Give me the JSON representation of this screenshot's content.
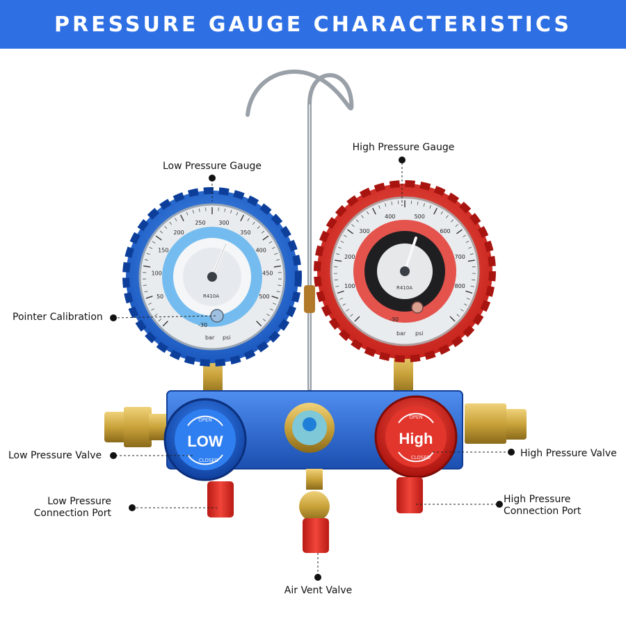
{
  "title": "Pressure Gauge Characteristics",
  "labels": {
    "low_gauge": "Low Pressure Gauge",
    "high_gauge": "High Pressure Gauge",
    "pointer_calibration": "Pointer Calibration",
    "low_valve": "Low Pressure Valve",
    "high_valve": "High Pressure Valve",
    "low_port_line1": "Low Pressure",
    "low_port_line2": "Connection Port",
    "high_port_line1": "High Pressure",
    "high_port_line2": "Connection Port",
    "air_vent": "Air Vent Valve"
  },
  "knobs": {
    "low_text": "LOW",
    "high_text": "High",
    "open": "OPEN",
    "closed": "CLOSED"
  },
  "gauges": {
    "low_scale": [
      "50",
      "100",
      "150",
      "200",
      "250",
      "300",
      "350",
      "400",
      "450",
      "500"
    ],
    "high_scale": [
      "100",
      "200",
      "300",
      "400",
      "500",
      "600",
      "700",
      "800"
    ],
    "unit_bar": "bar",
    "unit_psi": "psi",
    "refrigerant": "R410A",
    "low_reading": "-30",
    "high_reading": "-30"
  },
  "colors": {
    "banner": "#2f6fe4",
    "low_blue": "#1f6fd6",
    "high_red": "#e8302a",
    "brass": "#c9a23a"
  }
}
